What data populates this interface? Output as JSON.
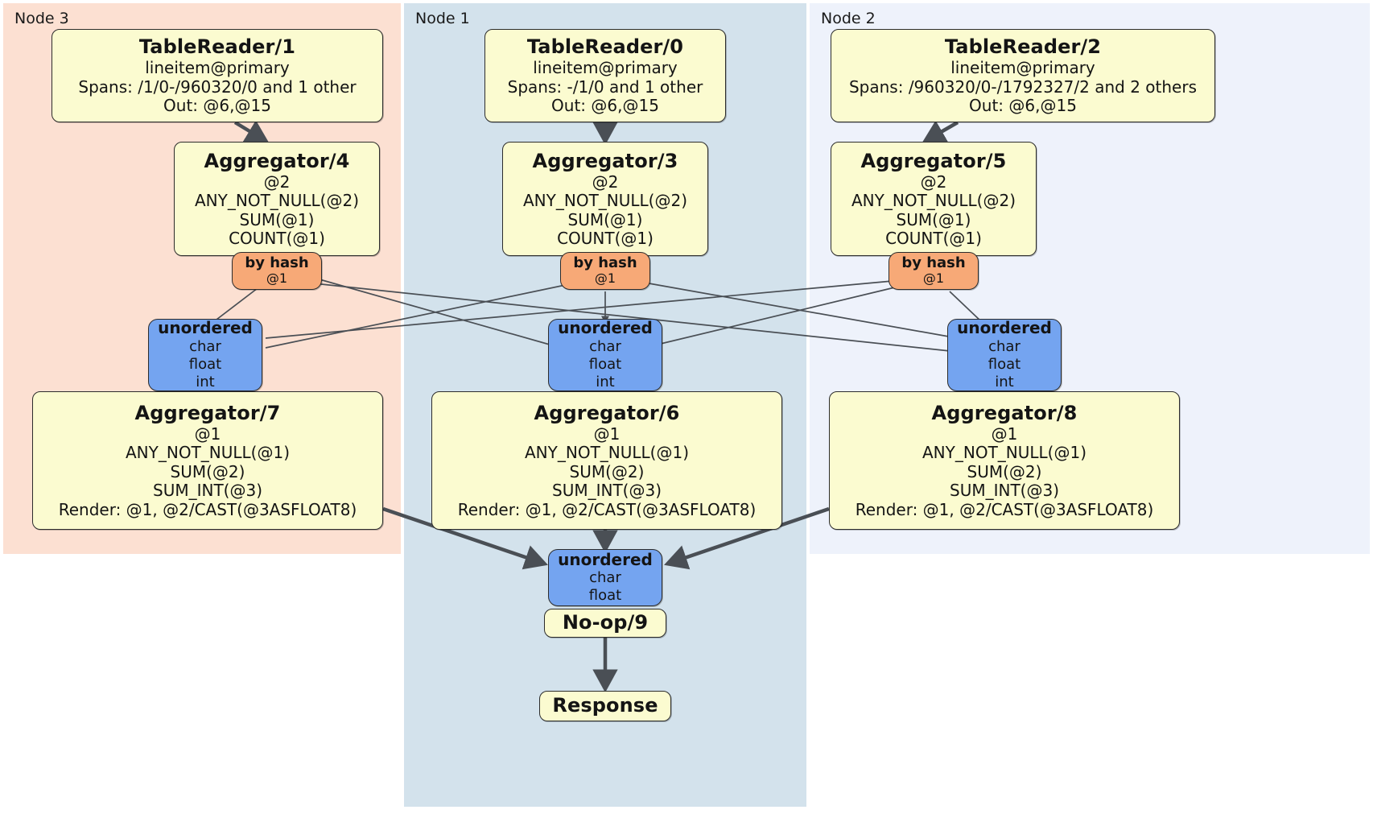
{
  "diagram": {
    "type": "distributed-query-plan",
    "colors": {
      "processor_fill": "#fbfbd0",
      "router_fill": "#f7a977",
      "synchronizer_fill": "#74a4f0",
      "node3_panel": "#fce0d2",
      "node1_panel": "#d3e2ec",
      "node2_panel": "#eef2fb",
      "edge": "#4a4f55",
      "border": "#2c2c2c"
    }
  },
  "panels": [
    {
      "id": "node3",
      "label": "Node 3"
    },
    {
      "id": "node1",
      "label": "Node 1"
    },
    {
      "id": "node2",
      "label": "Node 2"
    }
  ],
  "processors": {
    "table_reader_1": {
      "title": "TableReader/1",
      "lines": [
        "lineitem@primary",
        "Spans: /1/0-/960320/0 and 1 other",
        "Out: @6,@15"
      ]
    },
    "table_reader_0": {
      "title": "TableReader/0",
      "lines": [
        "lineitem@primary",
        "Spans: -/1/0 and 1 other",
        "Out: @6,@15"
      ]
    },
    "table_reader_2": {
      "title": "TableReader/2",
      "lines": [
        "lineitem@primary",
        "Spans: /960320/0-/1792327/2 and 2 others",
        "Out: @6,@15"
      ]
    },
    "aggregator_4": {
      "title": "Aggregator/4",
      "lines": [
        "@2",
        "ANY_NOT_NULL(@2)",
        "SUM(@1)",
        "COUNT(@1)"
      ]
    },
    "aggregator_3": {
      "title": "Aggregator/3",
      "lines": [
        "@2",
        "ANY_NOT_NULL(@2)",
        "SUM(@1)",
        "COUNT(@1)"
      ]
    },
    "aggregator_5": {
      "title": "Aggregator/5",
      "lines": [
        "@2",
        "ANY_NOT_NULL(@2)",
        "SUM(@1)",
        "COUNT(@1)"
      ]
    },
    "aggregator_7": {
      "title": "Aggregator/7",
      "lines": [
        "@1",
        "ANY_NOT_NULL(@1)",
        "SUM(@2)",
        "SUM_INT(@3)",
        "Render: @1, @2/CAST(@3ASFLOAT8)"
      ]
    },
    "aggregator_6": {
      "title": "Aggregator/6",
      "lines": [
        "@1",
        "ANY_NOT_NULL(@1)",
        "SUM(@2)",
        "SUM_INT(@3)",
        "Render: @1, @2/CAST(@3ASFLOAT8)"
      ]
    },
    "aggregator_8": {
      "title": "Aggregator/8",
      "lines": [
        "@1",
        "ANY_NOT_NULL(@1)",
        "SUM(@2)",
        "SUM_INT(@3)",
        "Render: @1, @2/CAST(@3ASFLOAT8)"
      ]
    },
    "noop_9": {
      "title": "No-op/9",
      "lines": []
    },
    "response": {
      "title": "Response",
      "lines": []
    }
  },
  "routers": {
    "by_hash_4": {
      "title": "by hash",
      "lines": [
        "@1"
      ]
    },
    "by_hash_3": {
      "title": "by hash",
      "lines": [
        "@1"
      ]
    },
    "by_hash_5": {
      "title": "by hash",
      "lines": [
        "@1"
      ]
    }
  },
  "synchronizers": {
    "unordered_7": {
      "title": "unordered",
      "lines": [
        "char",
        "float",
        "int"
      ]
    },
    "unordered_6": {
      "title": "unordered",
      "lines": [
        "char",
        "float",
        "int"
      ]
    },
    "unordered_8": {
      "title": "unordered",
      "lines": [
        "char",
        "float",
        "int"
      ]
    },
    "unordered_final": {
      "title": "unordered",
      "lines": [
        "char",
        "float"
      ]
    }
  }
}
